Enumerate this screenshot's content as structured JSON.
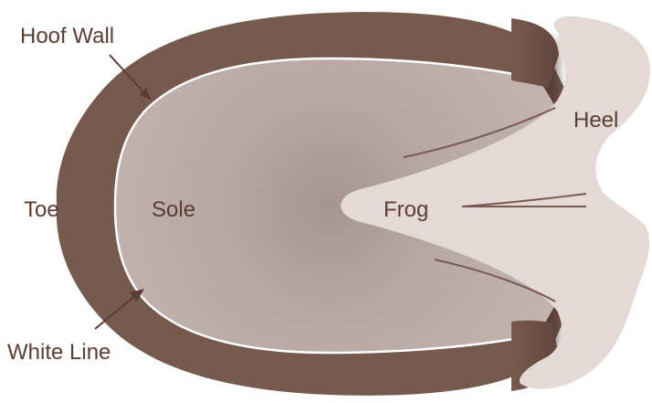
{
  "labels": {
    "hoof_wall": "Hoof Wall",
    "toe": "Toe",
    "white_line": "White Line",
    "sole": "Sole",
    "frog": "Frog",
    "heel": "Heel"
  },
  "colors": {
    "hoof_wall": "#775a4e",
    "sole": "#c0b1ac",
    "sole_center": "#a99791",
    "frog": "#e3d9d6",
    "white_line": "#ffffff",
    "text": "#5b3d33",
    "leader": "#5b3d33"
  }
}
